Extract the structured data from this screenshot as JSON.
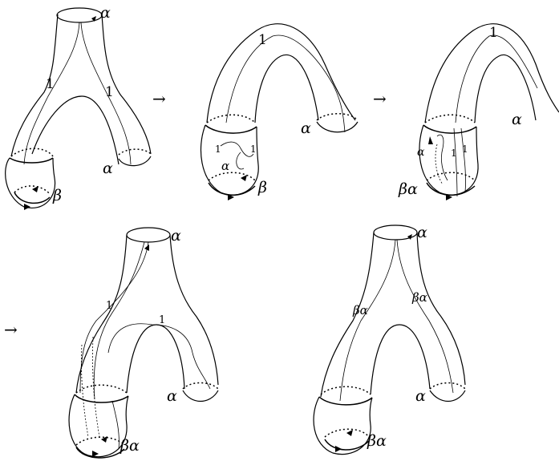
{
  "arrows": [
    "→",
    "→",
    "→"
  ],
  "panels": [
    {
      "top_label": "α",
      "side_label": "α",
      "bottom_label": "β",
      "strand_left": "1",
      "strand_right": "1"
    },
    {
      "side_label": "α",
      "bottom_label": "β",
      "strand_top": "1",
      "inner_1a": "1",
      "inner_1b": "1",
      "inner_alpha": "α"
    },
    {
      "side_label": "α",
      "bottom_label": "βα",
      "strand_top": "1",
      "inner_alpha": "α",
      "inner_1a": "1",
      "inner_1b": "1"
    },
    {
      "top_label": "α",
      "side_label": "α",
      "bottom_label": "βα",
      "strand_left": "1",
      "strand_right": "1"
    },
    {
      "top_label": "α",
      "side_label": "α",
      "bottom_label": "βα",
      "strand_left": "βα",
      "strand_right": "βα"
    }
  ]
}
